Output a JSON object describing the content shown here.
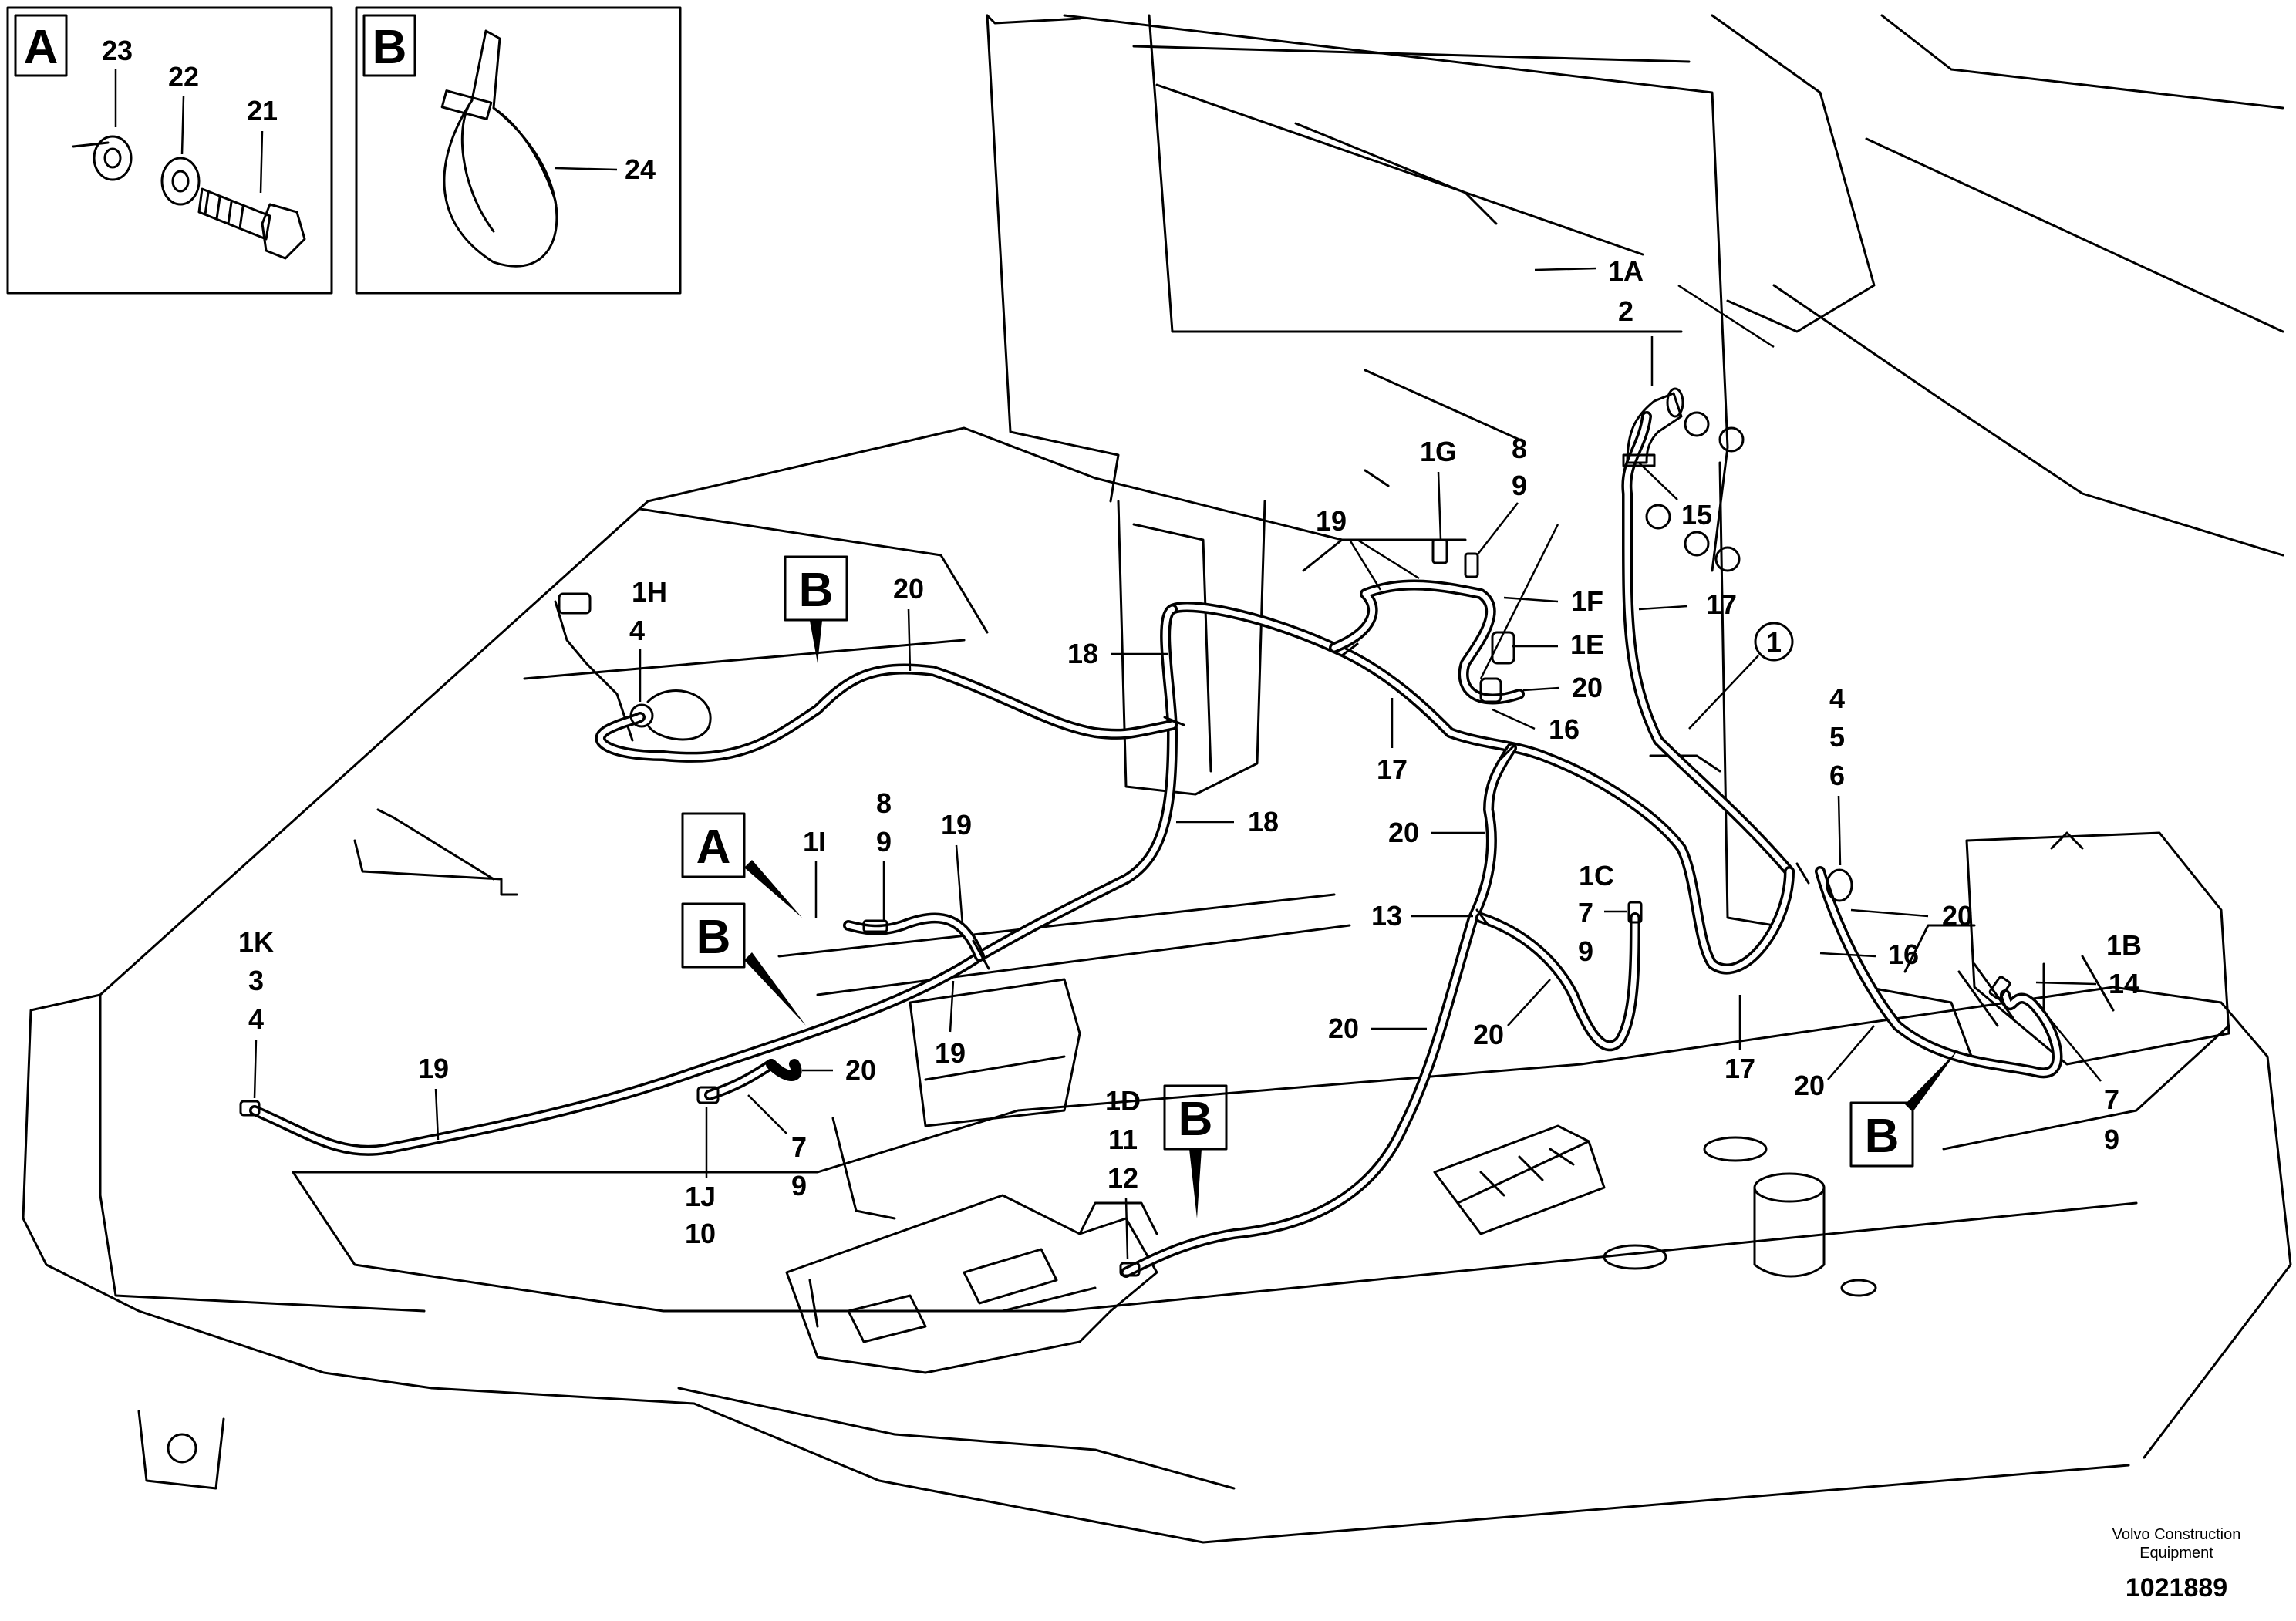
{
  "detail_boxes": [
    {
      "letter": "A",
      "parts": [
        "23",
        "22",
        "21"
      ]
    },
    {
      "letter": "B",
      "parts": [
        "24"
      ]
    }
  ],
  "callouts": {
    "1A": "1A",
    "2": "2",
    "15": "15",
    "17": "17",
    "1G": "1G",
    "8": "8",
    "9": "9",
    "19": "19",
    "1F": "1F",
    "1E": "1E",
    "20": "20",
    "16": "16",
    "1H": "1H",
    "4": "4",
    "18": "18",
    "1I": "1I",
    "1K": "1K",
    "3": "3",
    "1J": "1J",
    "10": "10",
    "7": "7",
    "13": "13",
    "1C": "1C",
    "5": "5",
    "6": "6",
    "1B": "1B",
    "14": "14",
    "1D": "1D",
    "11": "11",
    "12": "12",
    "circle_1": "1"
  },
  "markers": {
    "A": "A",
    "B": "B"
  },
  "footer": {
    "credit_line1": "Volvo Construction",
    "credit_line2": "Equipment",
    "doc_number": "1021889"
  },
  "colors": {
    "ink": "#000000",
    "paper": "#ffffff"
  }
}
